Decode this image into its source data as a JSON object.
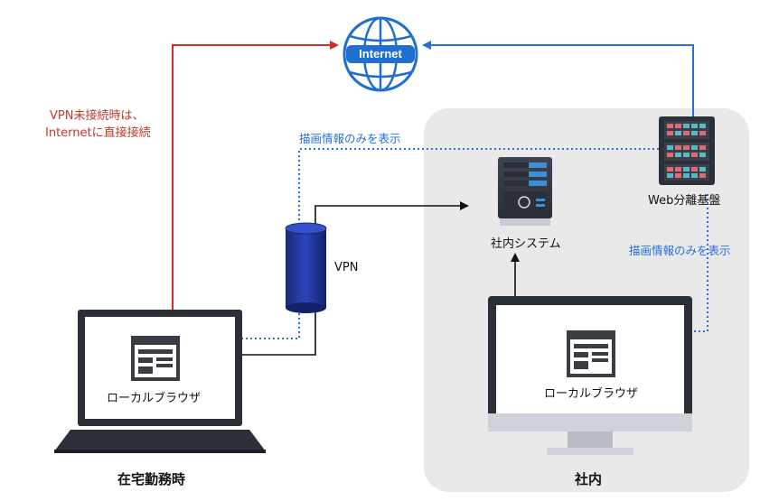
{
  "labels": {
    "internet": "Internet",
    "red_note_line1": "VPN未接続時は、",
    "red_note_line2": "Internetに直接接続",
    "blue_label_left": "描画情報のみを表示",
    "blue_label_right": "描画情報のみを表示",
    "web_isolation": "Web分離基盤",
    "internal_system": "社内システム",
    "vpn": "VPN",
    "local_browser_laptop": "ローカルブラウザ",
    "local_browser_monitor": "ローカルブラウザ",
    "remote_work": "在宅勤務時",
    "in_office": "社内"
  },
  "colors": {
    "red": "#d42a2e",
    "blue": "#2a6fd4",
    "note_red": "#c0392b",
    "note_blue": "#2a6fd4",
    "office_bg": "#e9e9ea",
    "device_dark": "#3a3d43",
    "vpn_cylinder": "#1a2d8c",
    "globe_blue": "#1f6fd0"
  },
  "icons": {
    "globe": "globe-icon",
    "vpn": "vpn-cylinder-icon",
    "server": "server-icon",
    "rack": "server-rack-icon",
    "laptop": "laptop-icon",
    "monitor": "monitor-icon",
    "browser": "browser-window-icon"
  }
}
